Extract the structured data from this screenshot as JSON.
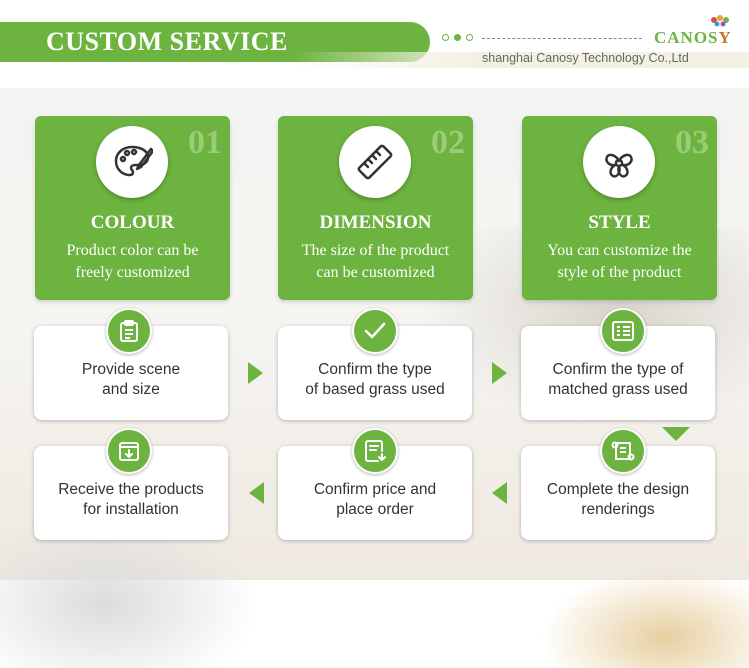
{
  "header": {
    "title": "CUSTOM SERVICE",
    "brand": "CANOS",
    "brand_y": "Y",
    "company": "shanghai Canosy Technology Co.,Ltd"
  },
  "colors": {
    "accent": "#6cb33f",
    "number": "#9ccc78"
  },
  "cards": [
    {
      "number": "01",
      "title": "COLOUR",
      "desc_line1": "Product color can be",
      "desc_line2": "freely customized",
      "icon": "palette-icon"
    },
    {
      "number": "02",
      "title": "DIMENSION",
      "desc_line1": "The size of the product",
      "desc_line2": "can be customized",
      "icon": "ruler-icon"
    },
    {
      "number": "03",
      "title": "STYLE",
      "desc_line1": "You can customize the",
      "desc_line2": "style of the product",
      "icon": "flower-icon"
    }
  ],
  "steps": [
    {
      "line1": "Provide scene",
      "line2": "and size",
      "icon": "clipboard-icon"
    },
    {
      "line1": "Confirm the type",
      "line2": "of based grass used",
      "icon": "checkmark-icon"
    },
    {
      "line1": "Confirm the type of",
      "line2": "matched grass used",
      "icon": "list-icon"
    },
    {
      "line1": "Complete the design",
      "line2": "renderings",
      "icon": "blueprint-icon"
    },
    {
      "line1": "Confirm price and",
      "line2": "place order",
      "icon": "order-icon"
    },
    {
      "line1": "Receive the products",
      "line2": "for installation",
      "icon": "download-box-icon"
    }
  ]
}
